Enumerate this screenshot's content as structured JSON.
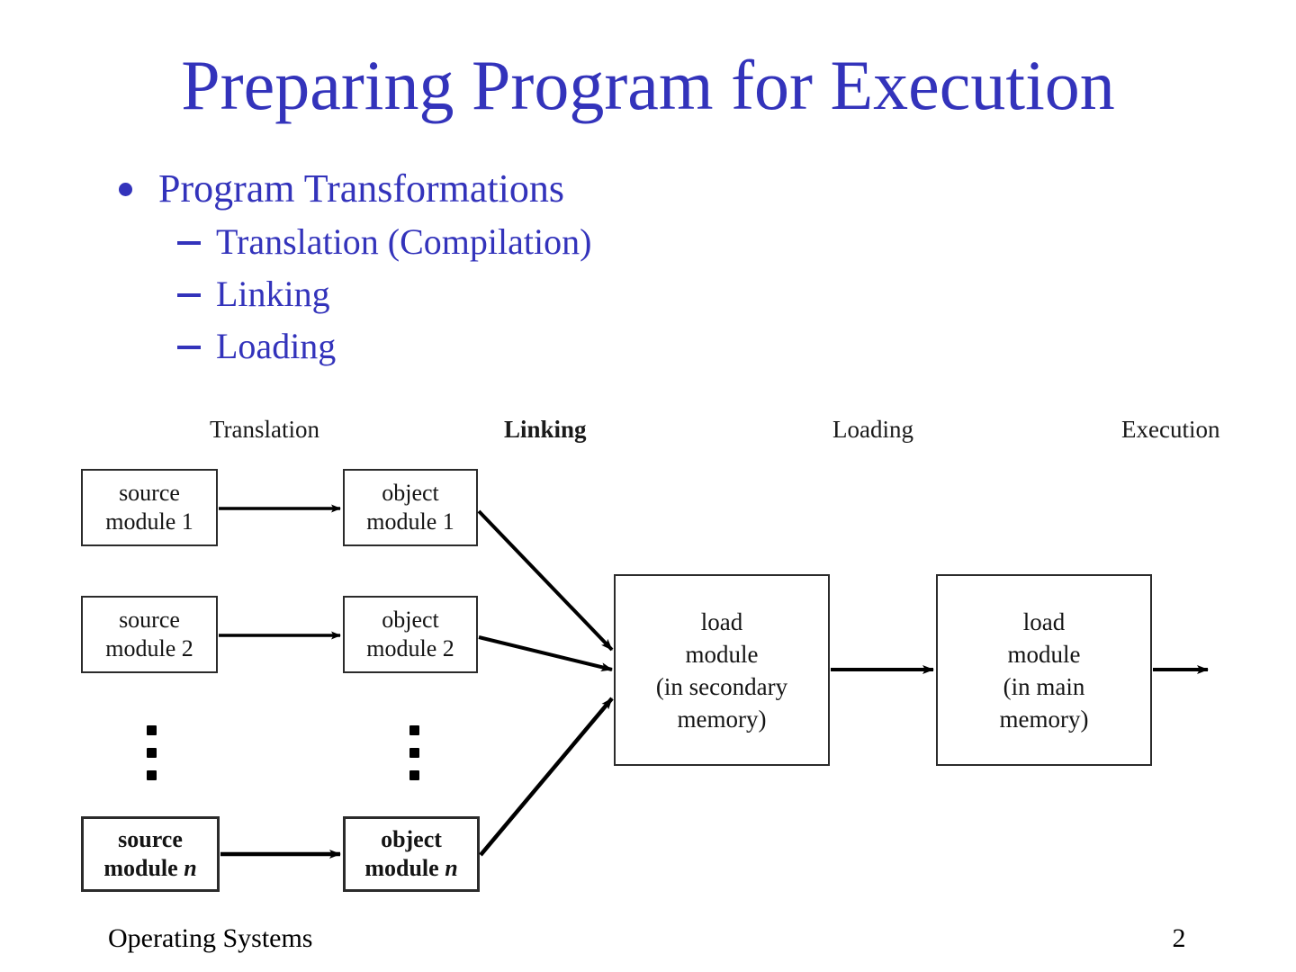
{
  "slide": {
    "title": "Preparing Program for Execution",
    "title_color": "#3333BB",
    "background_color": "#FFFFFF"
  },
  "bullets": {
    "level1": [
      {
        "label": "Program Transformations"
      }
    ],
    "level2": [
      {
        "label": "Translation (Compilation)"
      },
      {
        "label": "Linking"
      },
      {
        "label": "Loading"
      }
    ]
  },
  "diagram": {
    "phase_labels": [
      {
        "label": "Translation",
        "bold": false
      },
      {
        "label": "Linking",
        "bold": true
      },
      {
        "label": "Loading",
        "bold": false
      },
      {
        "label": "Execution",
        "bold": false
      }
    ],
    "source_modules": [
      {
        "line1": "source",
        "line2": "module",
        "suffix": "1",
        "suffix_italic": false
      },
      {
        "line1": "source",
        "line2": "module",
        "suffix": "2",
        "suffix_italic": false
      },
      {
        "line1": "source",
        "line2": "module",
        "suffix": "n",
        "suffix_italic": true
      }
    ],
    "object_modules": [
      {
        "line1": "object",
        "line2": "module",
        "suffix": "1",
        "suffix_italic": false
      },
      {
        "line1": "object",
        "line2": "module",
        "suffix": "2",
        "suffix_italic": false
      },
      {
        "line1": "object",
        "line2": "module",
        "suffix": "n",
        "suffix_italic": true
      }
    ],
    "load_module_secondary": {
      "line1": "load",
      "line2": "module",
      "line3": "(in secondary",
      "line4": "memory)"
    },
    "load_module_main": {
      "line1": "load",
      "line2": "module",
      "line3": "(in main",
      "line4": "memory)"
    },
    "ellipsis_dot_count": 3,
    "line_color": "#000000"
  },
  "footer": {
    "left": "Operating Systems",
    "page_number": "2"
  }
}
